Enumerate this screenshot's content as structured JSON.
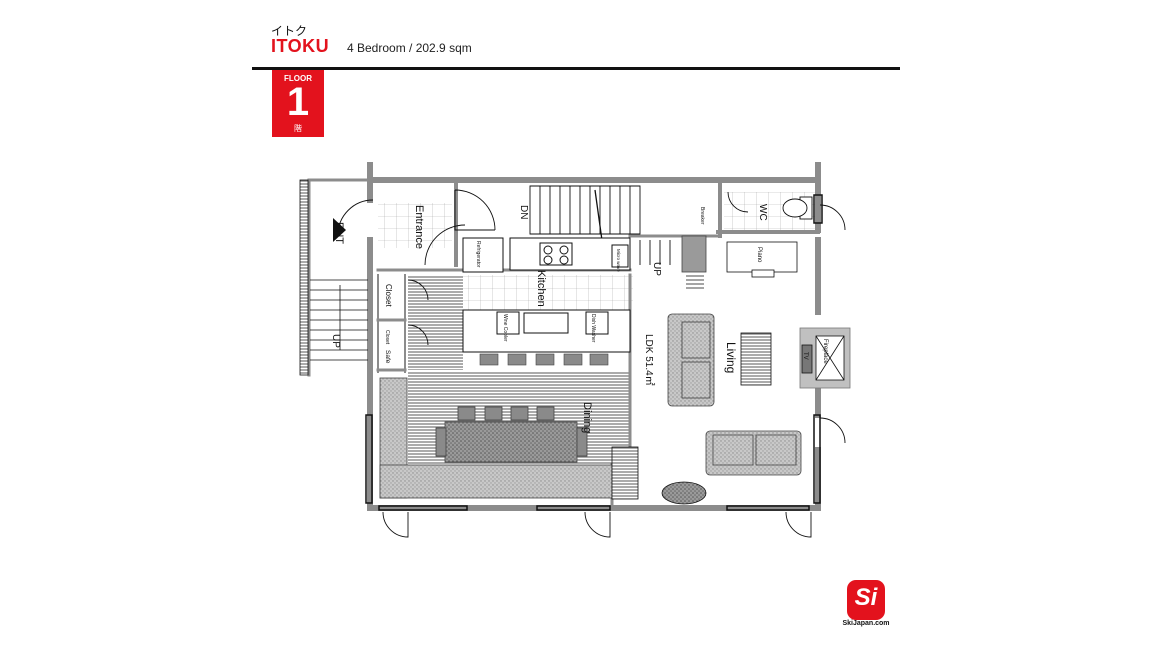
{
  "header": {
    "name_kana": "イトク",
    "name": "ITOKU",
    "summary": "4 Bedroom / 202.9 sqm"
  },
  "floor_badge": {
    "label": "FLOOR",
    "number": "1",
    "kanji": "階"
  },
  "plan_labels": {
    "ent": "ENT",
    "entrance": "Entrance",
    "dn": "DN",
    "up_stairs_right": "UP",
    "up_stairs_left": "UP",
    "breaker": "Breaker",
    "wc": "WC",
    "refrigerator": "Refrigerator",
    "kitchen": "Kitchen",
    "microwave": "Micro wave",
    "closet": "Closet",
    "closet_safe": "Closet",
    "safe": "Safe",
    "wine_cooler": "Wine Cooler",
    "dish_washer": "Dish Washer",
    "ldk": "LDK  51.4㎡",
    "living": "Living",
    "piano": "Piano",
    "fireplace": "Fireplace",
    "tv": "TV",
    "dining": "Dining"
  },
  "logo": {
    "mark": "Si",
    "text": "SkiJapan.com"
  },
  "colors": {
    "accent": "#e3121d",
    "wall": "#9a9a9a",
    "ink": "#111111"
  }
}
